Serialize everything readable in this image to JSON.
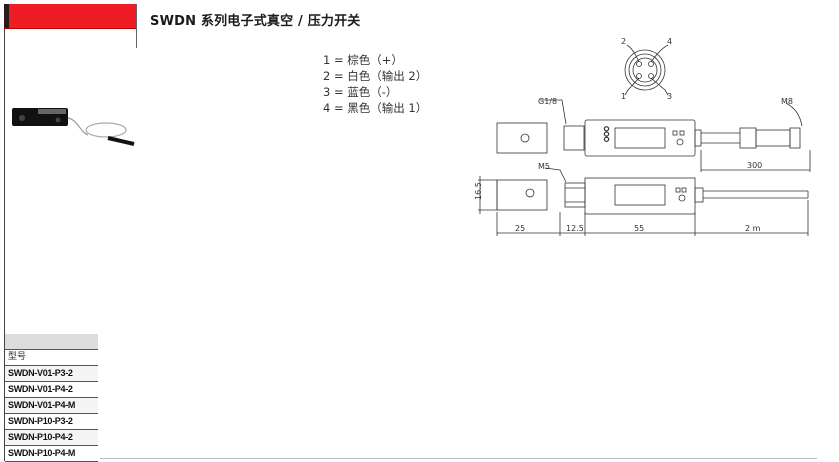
{
  "header": {
    "title": "SWDN 系列电子式真空 / 压力开关",
    "accent_color": "#ee1c25"
  },
  "wiring_legend": [
    {
      "text": "1 = 棕色（+）"
    },
    {
      "text": "2 = 白色（输出 2）"
    },
    {
      "text": "3 = 蓝色（-）"
    },
    {
      "text": "4 = 黑色（输出 1）"
    }
  ],
  "connector_pins": [
    "2",
    "4",
    "1",
    "3"
  ],
  "drawing": {
    "labels": {
      "thread_top": "G1/8",
      "thread_bottom": "M5",
      "connector": "M8",
      "height": "16.5"
    },
    "dimensions": {
      "cable_plug_length": "300",
      "end_width": "25",
      "fitting": "12.5",
      "body": "55",
      "cable_length": "2 m"
    }
  },
  "model_table": {
    "header": "型号",
    "rows": [
      "SWDN-V01-P3-2",
      "SWDN-V01-P4-2",
      "SWDN-V01-P4-M",
      "SWDN-P10-P3-2",
      "SWDN-P10-P4-2",
      "SWDN-P10-P4-M"
    ]
  }
}
